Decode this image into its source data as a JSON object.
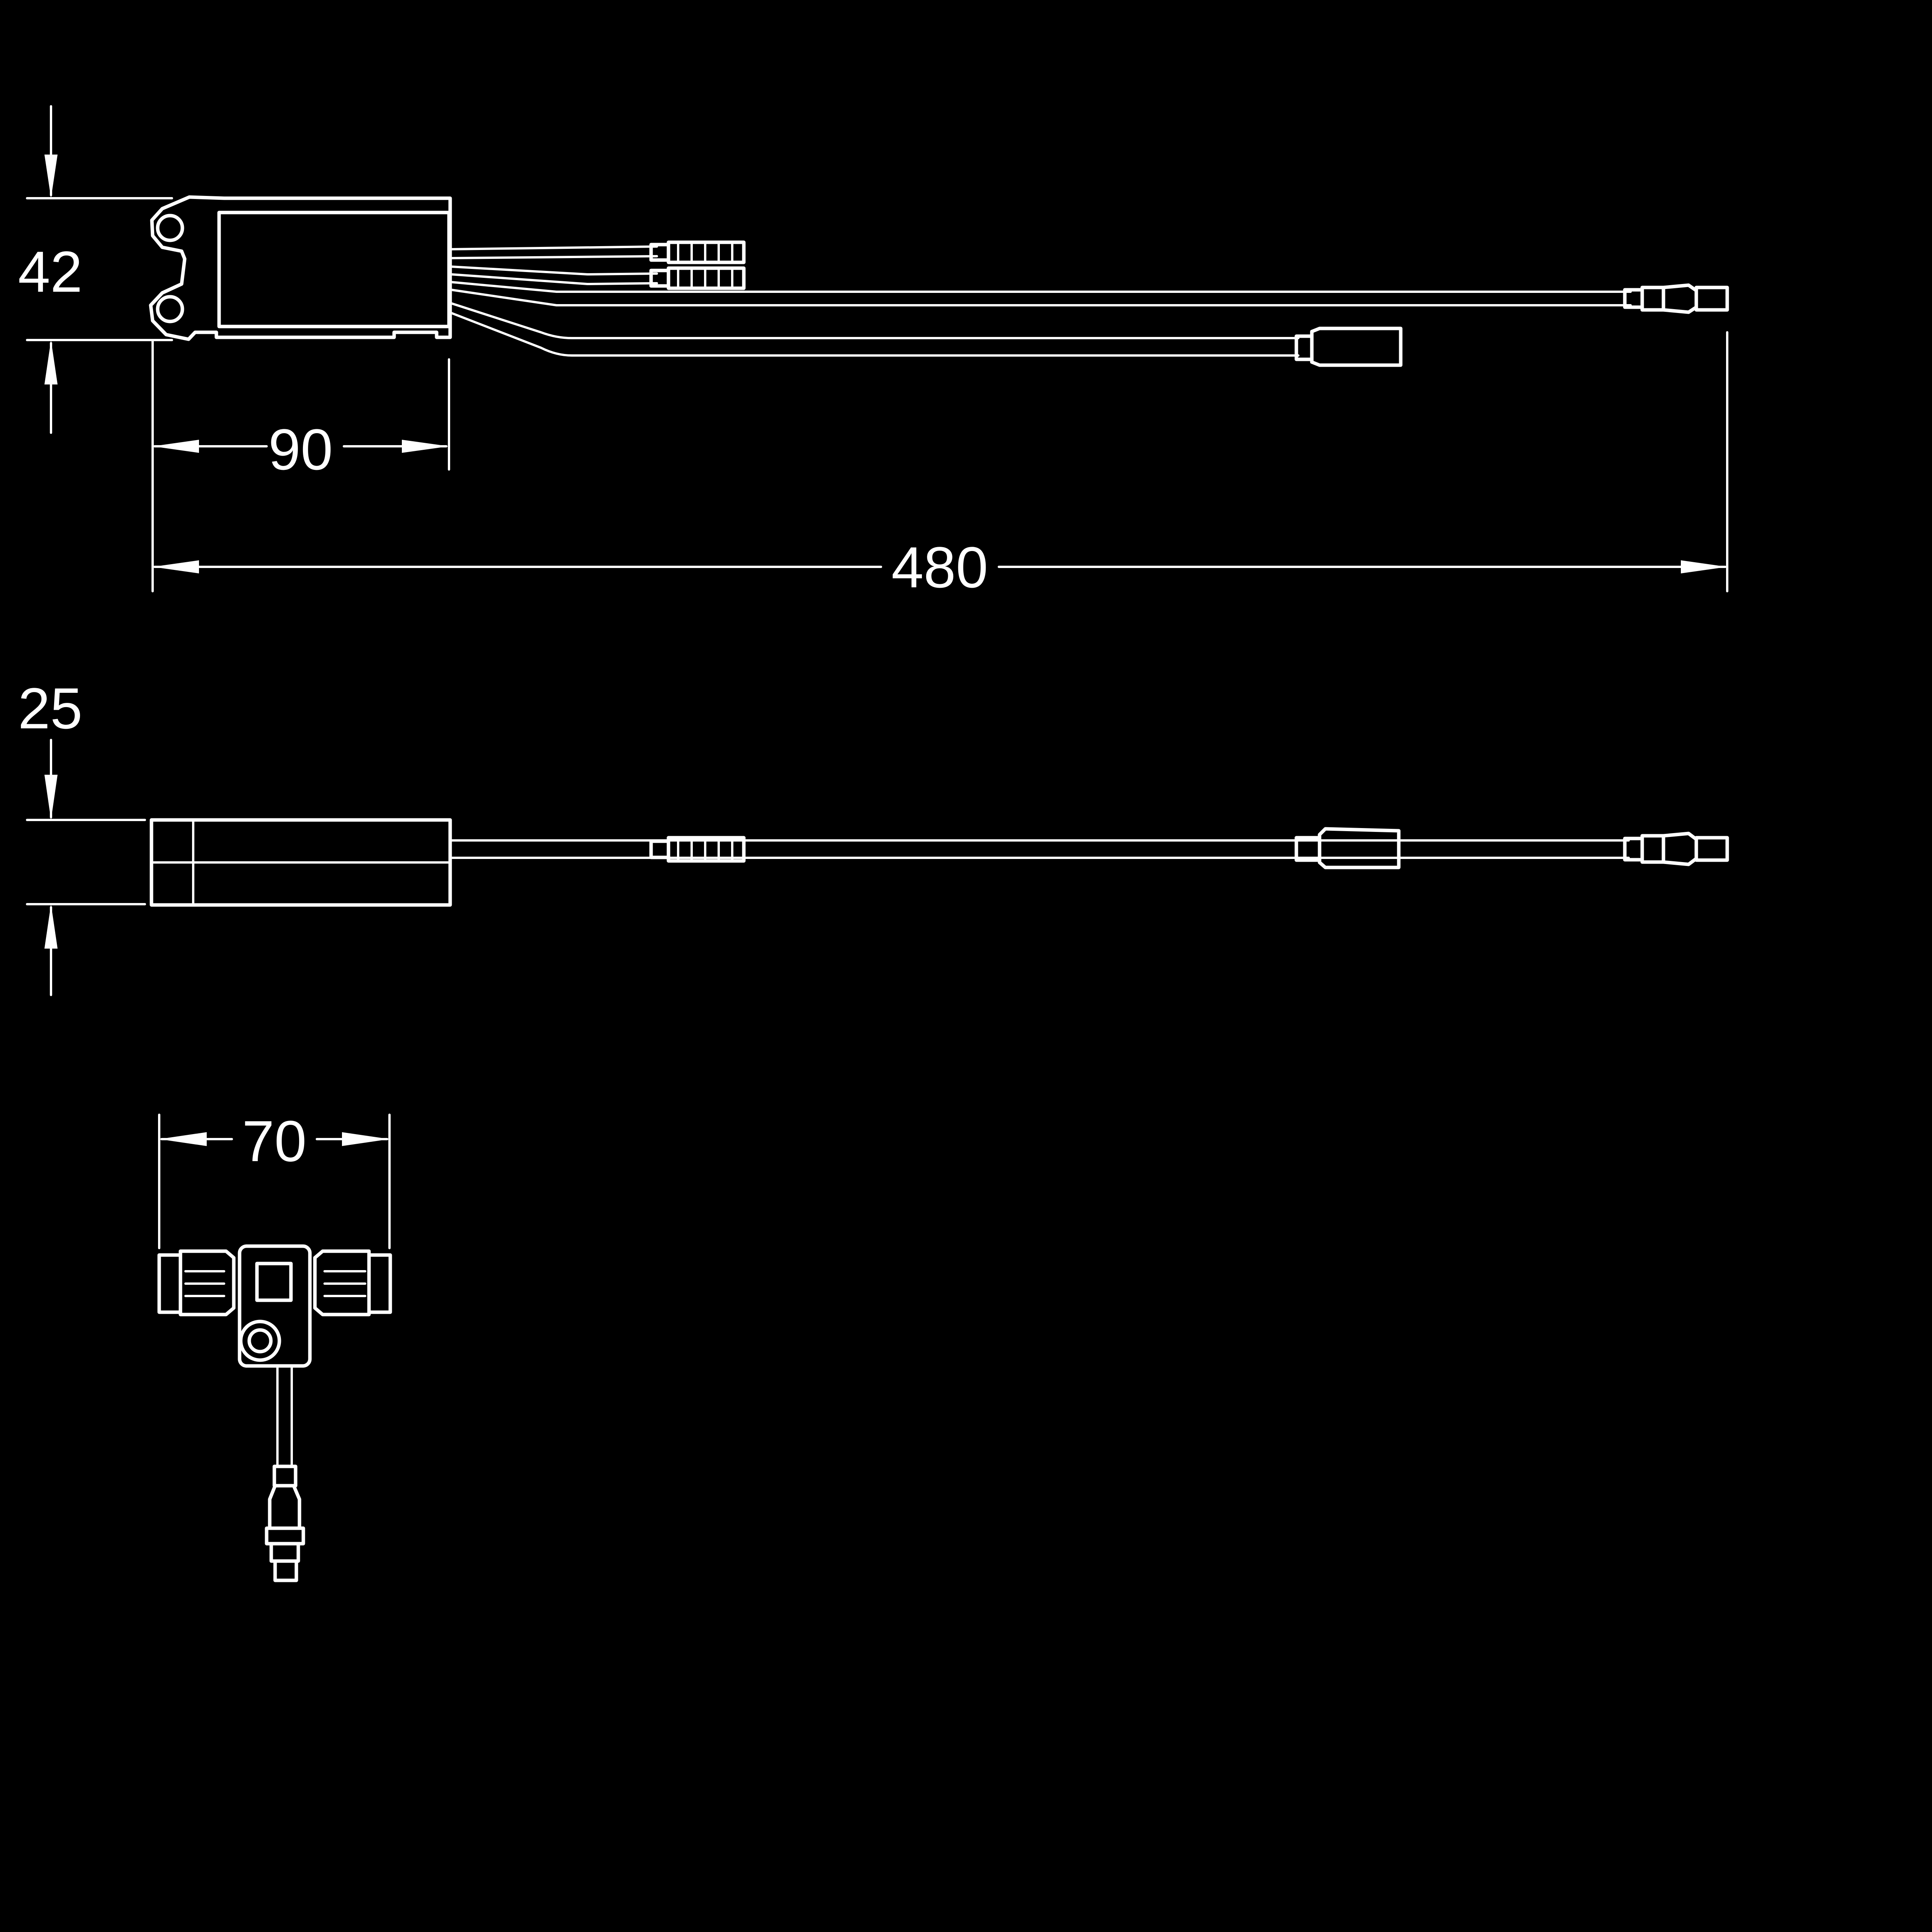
{
  "background_color": "#000000",
  "line_color": "#ffffff",
  "dimensions": {
    "top_view_height": "42",
    "top_view_body_length": "90",
    "overall_length": "480",
    "side_view_thickness": "25",
    "end_view_width": "70"
  }
}
